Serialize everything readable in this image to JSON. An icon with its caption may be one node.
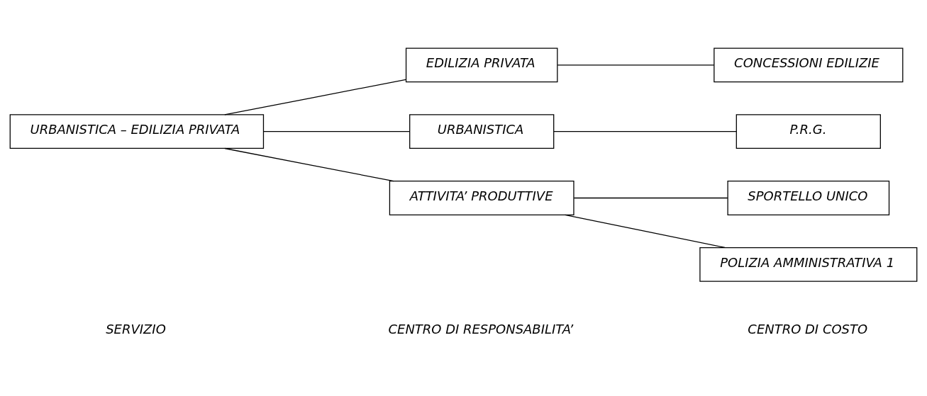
{
  "diagram": {
    "nodes": [
      {
        "text": [
          "URBANISTICA – EDILIZIA PRIVATA"
        ]
      },
      {
        "text": [
          "EDILIZIA PRIVATA"
        ]
      },
      {
        "text": [
          "URBANISTICA"
        ]
      },
      {
        "text": [
          "ATTIVITA’ PRODUTTIVE"
        ]
      },
      {
        "text": [
          "CONCESSIONI EDILIZIE"
        ]
      },
      {
        "text": [
          "P.R.G."
        ]
      },
      {
        "text": [
          "SPORTELLO UNICO"
        ]
      },
      {
        "text": [
          "POLIZIA AMMINISTRATIVA 1"
        ]
      }
    ],
    "edges": [
      {
        "from": 0,
        "to": 1,
        "arrow": "none"
      },
      {
        "from": 0,
        "to": 2,
        "arrow": "none"
      },
      {
        "from": 0,
        "to": 3,
        "arrow": "none"
      },
      {
        "from": 1,
        "to": 4,
        "arrow": "none"
      },
      {
        "from": 2,
        "to": 5,
        "arrow": "none"
      },
      {
        "from": 3,
        "to": 6,
        "arrow": "none"
      },
      {
        "from": 3,
        "to": 7,
        "arrow": "none"
      }
    ],
    "labels": [
      "SERVIZIO",
      "CENTRO DI RESPONSABILITA’",
      "CENTRO DI COSTO"
    ]
  }
}
